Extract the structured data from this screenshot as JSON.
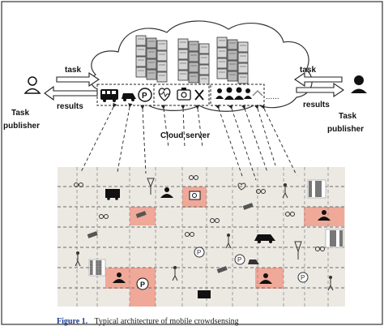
{
  "labels": {
    "task_left": "task",
    "results_left": "results",
    "publisher_left_line1": "Task",
    "publisher_left_line2": "publisher",
    "task_right": "task",
    "results_right": "results",
    "publisher_right_line1": "Task",
    "publisher_right_line2": "publisher",
    "cloud_server": "Cloud server",
    "caption_prefix": "Figure 1.",
    "caption_text": "Typical architecture of mobile crowdsensing"
  },
  "colors": {
    "map_background": "#ece9e3",
    "highlight_cell": "#f0a899",
    "arrow_fill": "#ffffff",
    "line_dark": "#222222",
    "caption_blue": "#1a3c8f"
  },
  "icons": [
    "bus-icon",
    "car-icon",
    "parking-icon",
    "heart-icon",
    "camera-icon",
    "crowd-icon",
    "user-icon",
    "bike-icon",
    "walker-icon",
    "antenna-icon",
    "qr-code-icon",
    "server-rack-icon"
  ]
}
